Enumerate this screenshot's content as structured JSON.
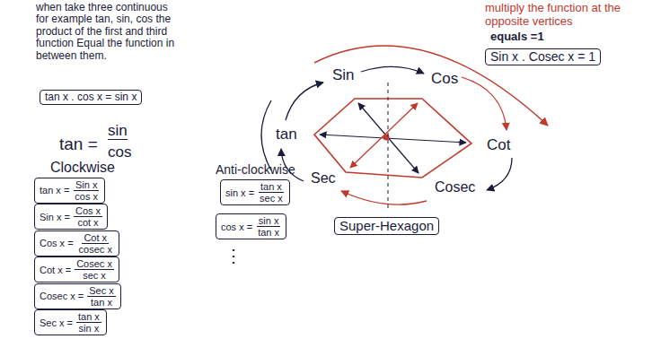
{
  "diagram": {
    "nodes": [
      {
        "text": [
          "tan x . cos x = sin x"
        ]
      },
      {
        "text": [
          "Sin x . Cosec x = 1"
        ]
      },
      {
        "text": [
          "tan x =",
          "Sin x",
          "cos x"
        ]
      },
      {
        "text": [
          "Sin x =",
          "Cos x",
          "cot x"
        ]
      },
      {
        "text": [
          "Cos x =",
          "Cot x",
          "cosec x"
        ]
      },
      {
        "text": [
          "Cot x =",
          "Cosec x",
          "sec x"
        ]
      },
      {
        "text": [
          "Cosec x =",
          "Sec x",
          "tan x"
        ]
      },
      {
        "text": [
          "Sec x =",
          "tan x",
          "sin x"
        ]
      },
      {
        "text": [
          "sin x =",
          "tan x",
          "sec x"
        ]
      },
      {
        "text": [
          "cos x =",
          "sin x",
          "tan x"
        ]
      },
      {
        "text": [
          "Super-Hexagon"
        ]
      }
    ],
    "labels": [
      "when take three continuous for example tan, sin, cos the product of the first and third function Equal the function in between them.",
      "multiply the function at the opposite vertices",
      "equals =1",
      "tan =",
      "sin",
      "cos",
      "Sin",
      "Cos",
      "Cot",
      "Cosec",
      "Sec",
      "tan",
      "Clockwise",
      "Anti-clockwise",
      "⋮"
    ]
  }
}
